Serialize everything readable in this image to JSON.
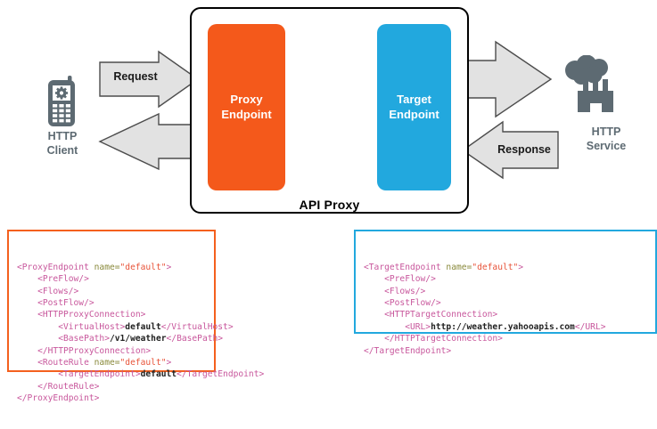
{
  "diagram": {
    "title": "API Proxy request/response flow",
    "api_proxy_label": "API Proxy",
    "proxy_endpoint_line1": "Proxy",
    "proxy_endpoint_line2": "Endpoint",
    "target_endpoint_line1": "Target",
    "target_endpoint_line2": "Endpoint",
    "request_label": "Request",
    "response_label": "Response",
    "client_caption_line1": "HTTP",
    "client_caption_line2": "Client",
    "service_caption_line1": "HTTP",
    "service_caption_line2": "Service",
    "client_icon": "mobile-phone-gear-icon",
    "service_icon": "factory-cloud-icon",
    "arrow_icon": "block-arrow-icon"
  },
  "colors": {
    "proxy_orange": "#F4591B",
    "target_blue": "#22A8DE",
    "arrow_fill": "#E2E2E2",
    "arrow_stroke": "#4D4D4D",
    "icon_gray": "#5D6A72",
    "code_tag": "#C8579C",
    "code_attr": "#8A8A3C",
    "code_value": "#E8543A",
    "code_text": "#222222"
  },
  "proxy_code": {
    "border_color": "#F4601E",
    "lines": [
      [
        {
          "t": "tag",
          "s": "<ProxyEndpoint "
        },
        {
          "t": "attr",
          "s": "name="
        },
        {
          "t": "val",
          "s": "\"default\""
        },
        {
          "t": "tag",
          "s": ">"
        }
      ],
      [
        {
          "t": "tag",
          "s": "    <PreFlow/>"
        }
      ],
      [
        {
          "t": "tag",
          "s": "    <Flows/>"
        }
      ],
      [
        {
          "t": "tag",
          "s": "    <PostFlow/>"
        }
      ],
      [
        {
          "t": "tag",
          "s": "    <HTTPProxyConnection>"
        }
      ],
      [
        {
          "t": "tag",
          "s": "        <VirtualHost>"
        },
        {
          "t": "txt",
          "s": "default"
        },
        {
          "t": "tag",
          "s": "</VirtualHost>"
        }
      ],
      [
        {
          "t": "tag",
          "s": "        <BasePath>"
        },
        {
          "t": "txt",
          "s": "/v1/weather"
        },
        {
          "t": "tag",
          "s": "</BasePath>"
        }
      ],
      [
        {
          "t": "tag",
          "s": "    </HTTPProxyConnection>"
        }
      ],
      [
        {
          "t": "tag",
          "s": "    <RouteRule "
        },
        {
          "t": "attr",
          "s": "name="
        },
        {
          "t": "val",
          "s": "\"default\""
        },
        {
          "t": "tag",
          "s": ">"
        }
      ],
      [
        {
          "t": "tag",
          "s": "        <TargetEndpoint>"
        },
        {
          "t": "txt",
          "s": "default"
        },
        {
          "t": "tag",
          "s": "</TargetEndpoint>"
        }
      ],
      [
        {
          "t": "tag",
          "s": "    </RouteRule>"
        }
      ],
      [
        {
          "t": "tag",
          "s": "</ProxyEndpoint>"
        }
      ]
    ]
  },
  "target_code": {
    "border_color": "#22A8DE",
    "lines": [
      [
        {
          "t": "tag",
          "s": "<TargetEndpoint "
        },
        {
          "t": "attr",
          "s": "name="
        },
        {
          "t": "val",
          "s": "\"default\""
        },
        {
          "t": "tag",
          "s": ">"
        }
      ],
      [
        {
          "t": "tag",
          "s": "    <PreFlow/>"
        }
      ],
      [
        {
          "t": "tag",
          "s": "    <Flows/>"
        }
      ],
      [
        {
          "t": "tag",
          "s": "    <PostFlow/>"
        }
      ],
      [
        {
          "t": "tag",
          "s": "    <HTTPTargetConnection>"
        }
      ],
      [
        {
          "t": "tag",
          "s": "        <URL>"
        },
        {
          "t": "txt",
          "s": "http://weather.yahooapis.com"
        },
        {
          "t": "tag",
          "s": "</URL>"
        }
      ],
      [
        {
          "t": "tag",
          "s": "    </HTTPTargetConnection>"
        }
      ],
      [
        {
          "t": "tag",
          "s": "</TargetEndpoint>"
        }
      ]
    ]
  }
}
